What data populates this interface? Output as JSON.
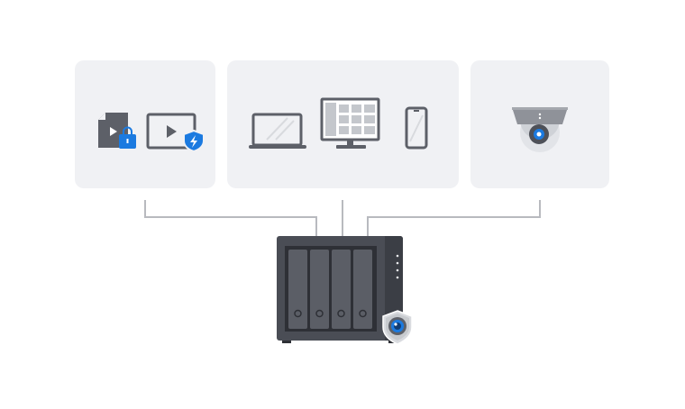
{
  "diagram": {
    "sources": [
      {
        "id": "media",
        "icons": [
          "secure-file-icon",
          "video-player-icon",
          "shield-lightning-icon"
        ]
      },
      {
        "id": "devices",
        "icons": [
          "laptop-icon",
          "desktop-monitor-icon",
          "smartphone-icon"
        ]
      },
      {
        "id": "camera",
        "icons": [
          "dome-camera-icon"
        ]
      }
    ],
    "hub": {
      "icons": [
        "nas-server-icon",
        "surveillance-badge-icon"
      ],
      "drive_bays": 4
    }
  },
  "colors": {
    "card_bg": "#f0f1f4",
    "connector": "#b8babf",
    "device_dark": "#5d6068",
    "nas_body": "#4a4d55",
    "nas_panel": "#3b3e45",
    "accent_blue": "#1b7ae0"
  }
}
